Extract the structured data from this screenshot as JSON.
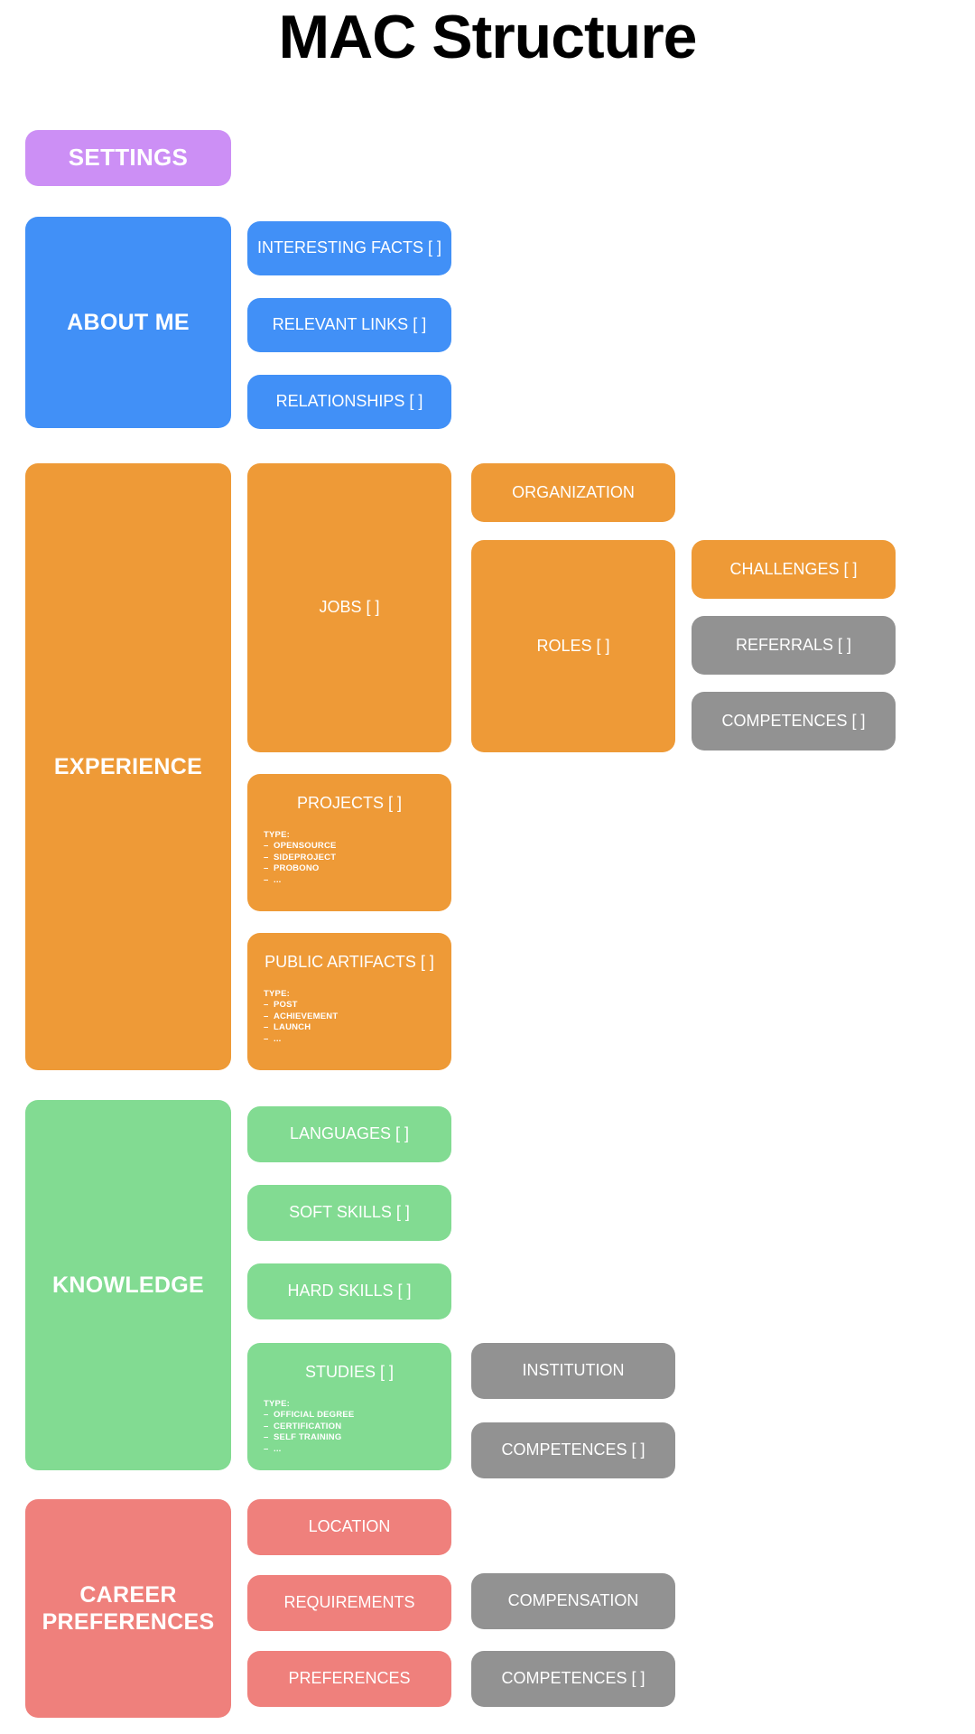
{
  "page": {
    "title": "MAC Structure",
    "background": "#ffffff"
  },
  "colors": {
    "purple": "#CC8FF5",
    "blue": "#4190F7",
    "orange": "#EE9A37",
    "green": "#82DB92",
    "red": "#EF807C",
    "gray": "#929292",
    "text_on_card": "#ffffff",
    "title_text": "#000000"
  },
  "settings": {
    "label": "SETTINGS"
  },
  "sections": {
    "about_me": {
      "label": "ABOUT ME",
      "children": [
        {
          "label": "INTERESTING FACTS [ ]"
        },
        {
          "label": "RELEVANT LINKS [ ]"
        },
        {
          "label": "RELATIONSHIPS [ ]"
        }
      ]
    },
    "experience": {
      "label": "EXPERIENCE",
      "jobs": {
        "label": "JOBS [ ]"
      },
      "organization": {
        "label": "ORGANIZATION"
      },
      "roles": {
        "label": "ROLES [ ]"
      },
      "challenges": {
        "label": "CHALLENGES [ ]"
      },
      "referrals": {
        "label": "REFERRALS [ ]"
      },
      "competences": {
        "label": "COMPETENCES [ ]"
      },
      "projects": {
        "label": "PROJECTS [ ]",
        "type_head": "TYPE:",
        "types": [
          "OPENSOURCE",
          "SIDEPROJECT",
          "PROBONO",
          "..."
        ]
      },
      "public_artifacts": {
        "label": "PUBLIC ARTIFACTS [ ]",
        "type_head": "TYPE:",
        "types": [
          "POST",
          "ACHIEVEMENT",
          "LAUNCH",
          "..."
        ]
      }
    },
    "knowledge": {
      "label": "KNOWLEDGE",
      "languages": {
        "label": "LANGUAGES [ ]"
      },
      "soft_skills": {
        "label": "SOFT SKILLS [ ]"
      },
      "hard_skills": {
        "label": "HARD SKILLS [ ]"
      },
      "studies": {
        "label": "STUDIES [ ]",
        "type_head": "TYPE:",
        "types": [
          "OFFICIAL DEGREE",
          "CERTIFICATION",
          "SELF TRAINING",
          "..."
        ]
      },
      "institution": {
        "label": "INSTITUTION"
      },
      "competences": {
        "label": "COMPETENCES [ ]"
      }
    },
    "career_preferences": {
      "label": "CAREER PREFERENCES",
      "location": {
        "label": "LOCATION"
      },
      "requirements": {
        "label": "REQUIREMENTS"
      },
      "preferences": {
        "label": "PREFERENCES"
      },
      "compensation": {
        "label": "COMPENSATION"
      },
      "competences": {
        "label": "COMPETENCES [ ]"
      }
    }
  }
}
